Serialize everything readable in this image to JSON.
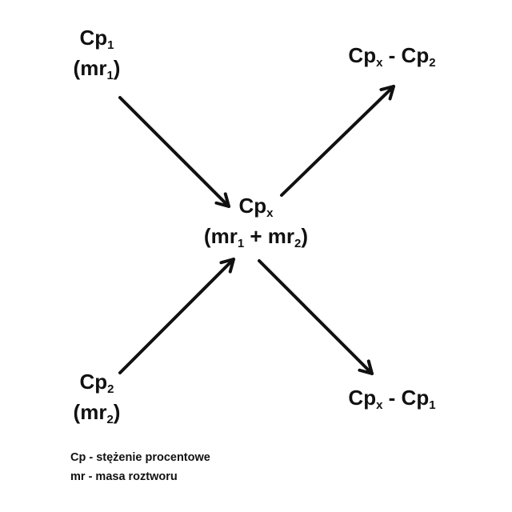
{
  "nodes": {
    "top_left": {
      "cp_main": "Cp",
      "cp_sub": "1",
      "mr_open": "(mr",
      "mr_sub": "1",
      "mr_close": ")"
    },
    "center": {
      "cp_main": "Cp",
      "cp_sub": "x",
      "mr_open": "(mr",
      "mr_sub1": "1",
      "mr_plus": " + mr",
      "mr_sub2": "2",
      "mr_close": ")"
    },
    "bottom_left": {
      "cp_main": "Cp",
      "cp_sub": "2",
      "mr_open": "(mr",
      "mr_sub": "2",
      "mr_close": ")"
    },
    "top_right": {
      "a_main": "Cp",
      "a_sub": "x",
      "minus": " - ",
      "b_main": "Cp",
      "b_sub": "2"
    },
    "bottom_right": {
      "a_main": "Cp",
      "a_sub": "x",
      "minus": " - ",
      "b_main": "Cp",
      "b_sub": "1"
    }
  },
  "legend": {
    "line1": "Cp - stężenie procentowe",
    "line2": "mr - masa roztworu"
  },
  "colors": {
    "ink": "#111111",
    "background": "#ffffff"
  }
}
